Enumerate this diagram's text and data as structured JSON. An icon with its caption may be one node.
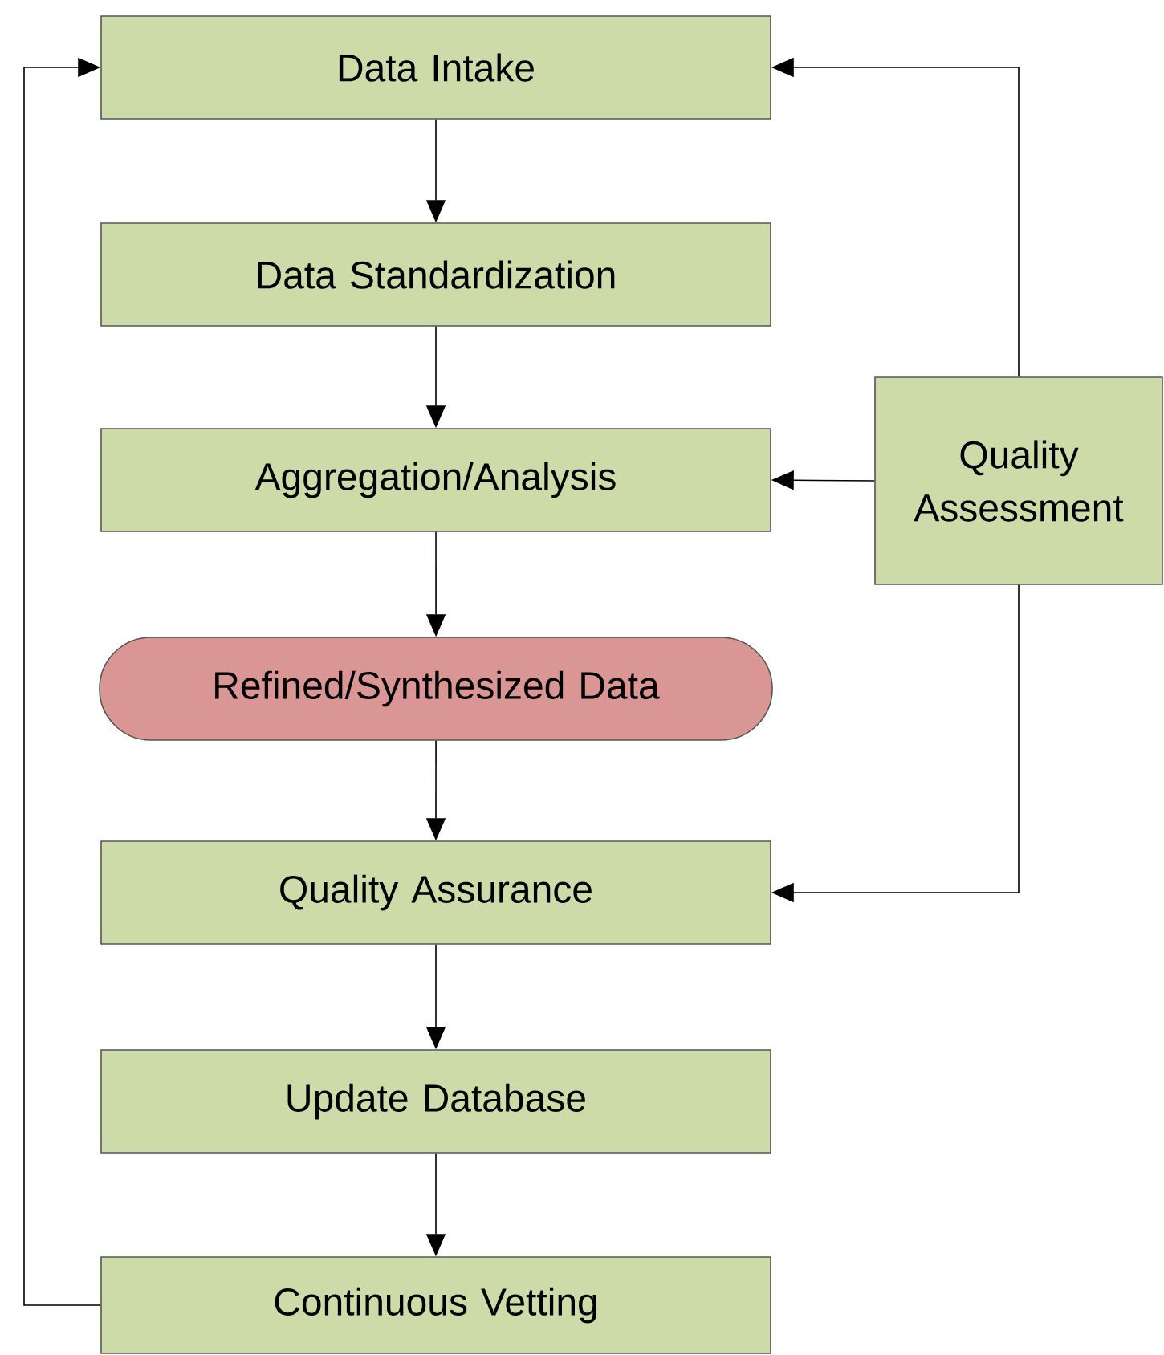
{
  "diagram": {
    "nodes": [
      {
        "text": [
          "Data Intake"
        ]
      },
      {
        "text": [
          "Data Standardization"
        ]
      },
      {
        "text": [
          "Aggregation/Analysis"
        ]
      },
      {
        "text": [
          "Refined/Synthesized Data"
        ]
      },
      {
        "text": [
          "Quality Assurance"
        ]
      },
      {
        "text": [
          "Update Database"
        ]
      },
      {
        "text": [
          "Continuous Vetting"
        ]
      },
      {
        "text": [
          "Quality Assessment"
        ]
      }
    ],
    "edges": [
      {
        "from": 0,
        "to": 1,
        "arrow": "to"
      },
      {
        "from": 1,
        "to": 2,
        "arrow": "to"
      },
      {
        "from": 2,
        "to": 3,
        "arrow": "to"
      },
      {
        "from": 3,
        "to": 4,
        "arrow": "to"
      },
      {
        "from": 4,
        "to": 5,
        "arrow": "to"
      },
      {
        "from": 5,
        "to": 6,
        "arrow": "to"
      },
      {
        "from": 6,
        "to": 0,
        "arrow": "to"
      },
      {
        "from": 7,
        "to": 0,
        "arrow": "to"
      },
      {
        "from": 7,
        "to": 2,
        "arrow": "to"
      },
      {
        "from": 7,
        "to": 4,
        "arrow": "to"
      }
    ]
  }
}
